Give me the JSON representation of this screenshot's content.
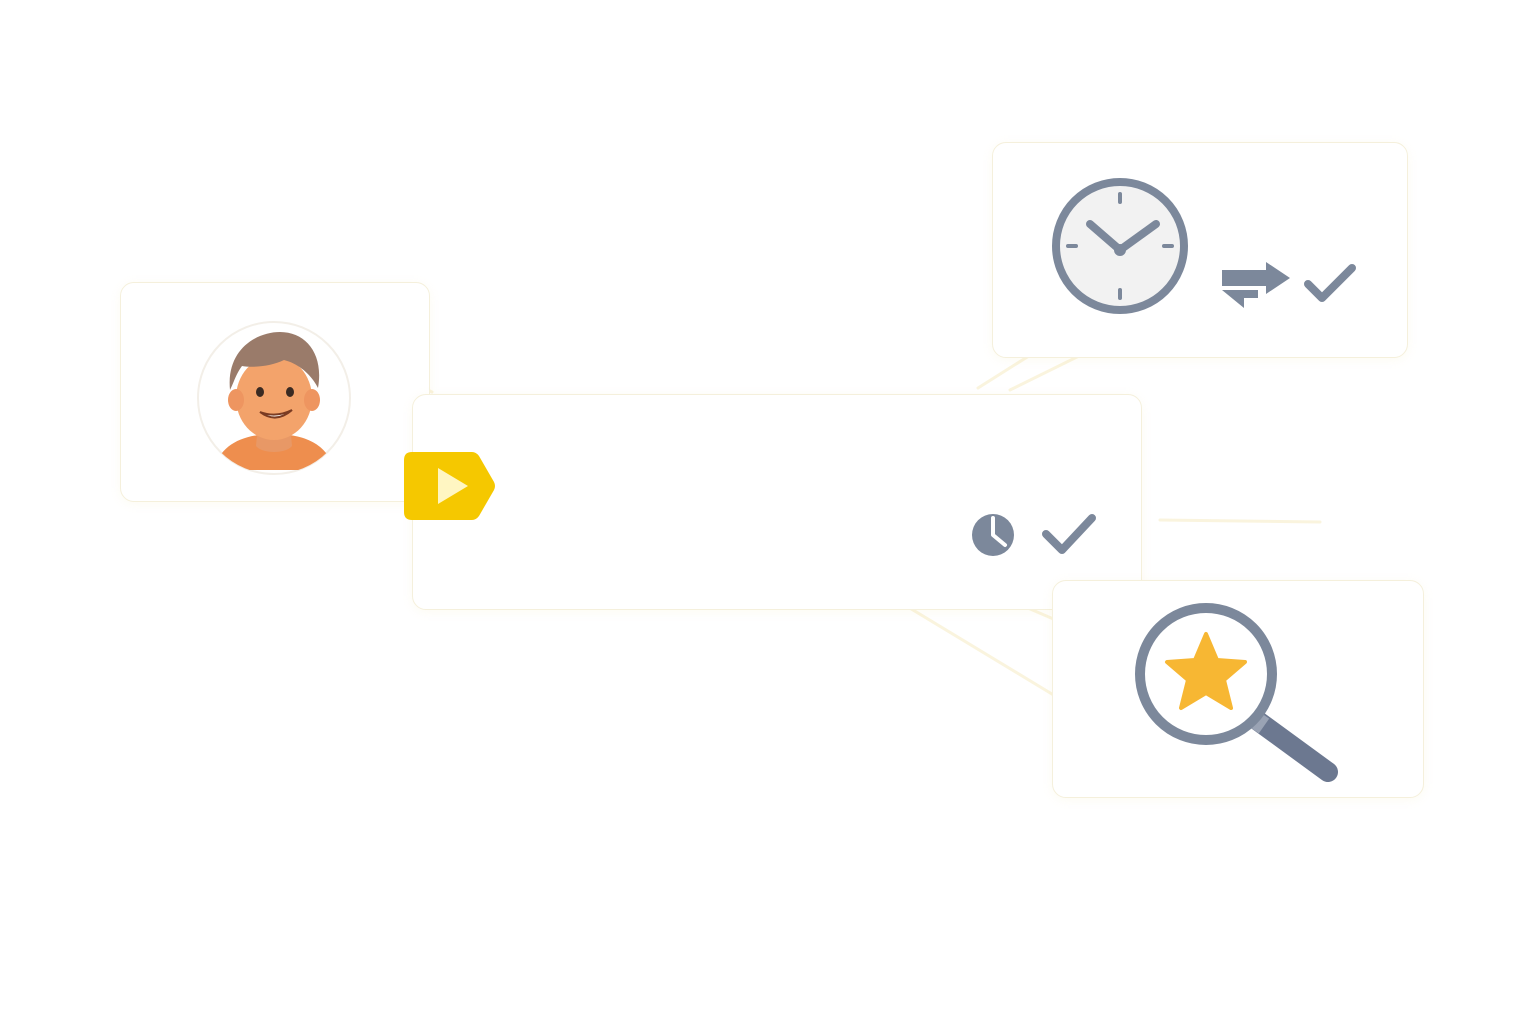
{
  "palette": {
    "accent": "#F5C800",
    "skin": "#F3A36B",
    "shirt": "#EE8E4E",
    "hair": "#9A7B6A",
    "icon_gray": "#7C889B",
    "star": "#F7B733",
    "card_border": "#F5F0DC"
  },
  "cards": [
    {
      "name": "user-card",
      "icon": "avatar"
    },
    {
      "name": "main-card",
      "icons": [
        "pie-clock-icon",
        "check-icon"
      ]
    },
    {
      "name": "time-card",
      "icons": [
        "clock-icon",
        "swap-arrows-icon",
        "check-icon"
      ]
    },
    {
      "name": "search-card",
      "icon": "search-star-icon"
    }
  ]
}
